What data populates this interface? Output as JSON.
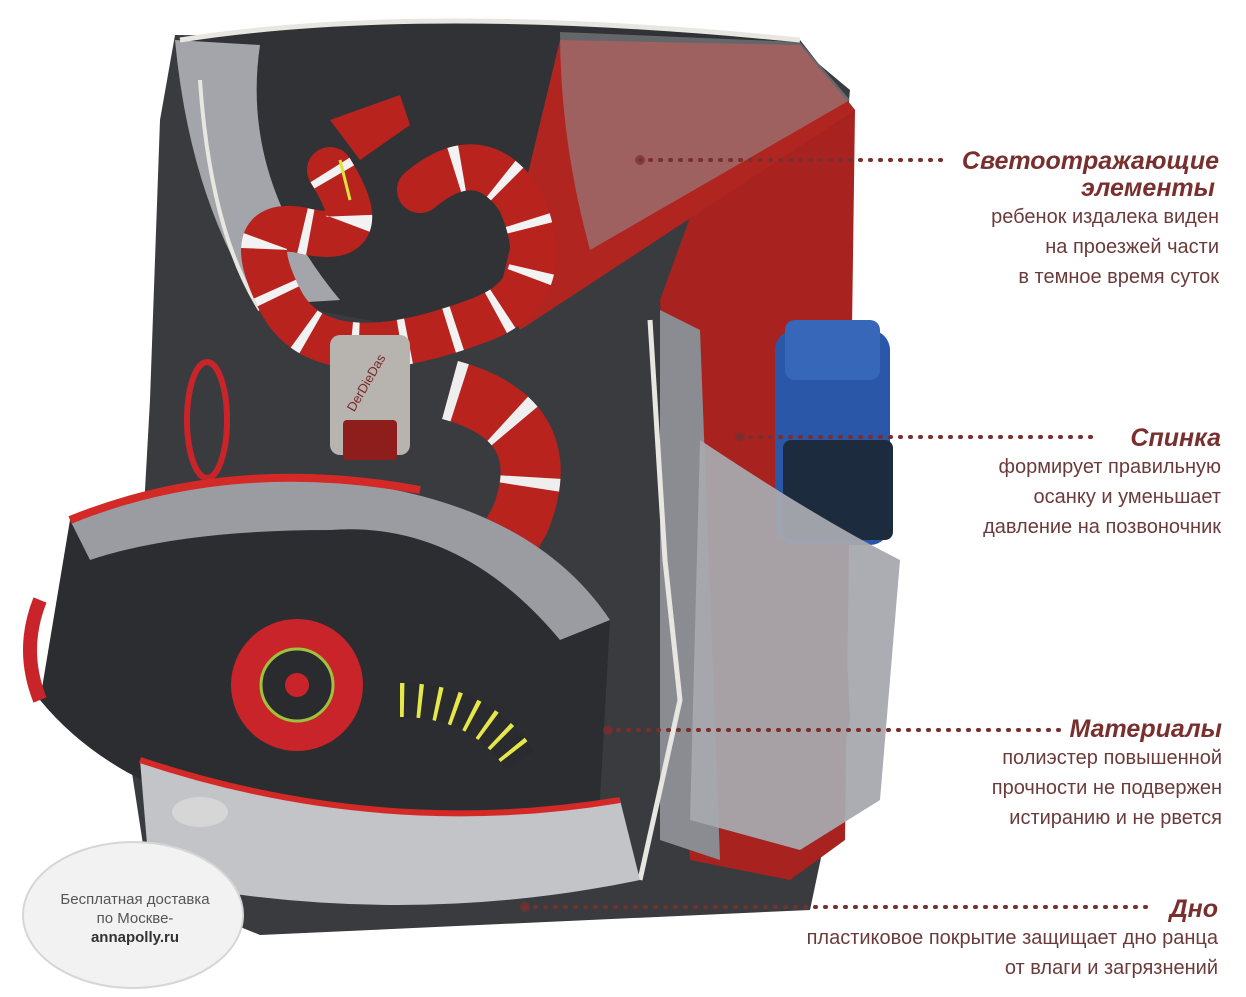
{
  "features": [
    {
      "title_lines": [
        "Светоотражающие",
        "элементы"
      ],
      "desc_lines": [
        "ребенок издалека виден",
        "на проезжей части",
        "в темное время суток"
      ]
    },
    {
      "title_lines": [
        "Спинка"
      ],
      "desc_lines": [
        "формирует правильную",
        "осанку и уменьшает",
        "давление на позвоночник"
      ]
    },
    {
      "title_lines": [
        "Материалы"
      ],
      "desc_lines": [
        "полиэстер повышенной",
        "прочности не подвержен",
        "истиранию и не рвется"
      ]
    },
    {
      "title_lines": [
        "Дно"
      ],
      "desc_lines": [
        "пластиковое покрытие защищает дно ранца",
        "от влаги и загрязнений"
      ]
    }
  ],
  "badge": {
    "line1": "Бесплатная доставка",
    "line2": "по Москве-",
    "site": "annapolly.ru"
  },
  "product_logo": "DerDieDas",
  "colors": {
    "title": "#7a2f2f",
    "description": "#6b3b3b",
    "leader_dots": "#7a2f2f",
    "backpack_dark": "#3a3b3f",
    "backpack_red": "#b3221f",
    "backpack_grey": "#9fa1a6",
    "bottle_blue": "#2a57a8"
  }
}
